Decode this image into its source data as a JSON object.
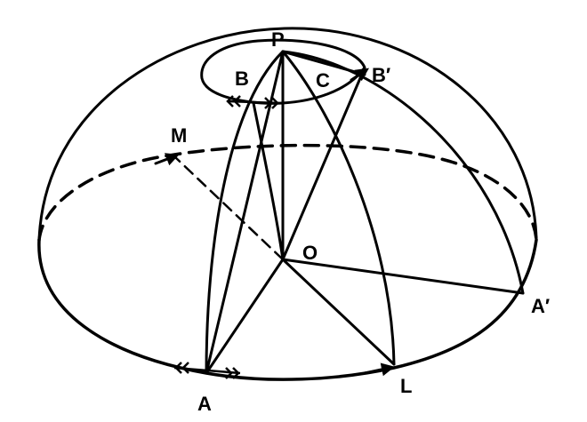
{
  "labels": {
    "P": "P",
    "B": "B",
    "C": "C",
    "B_prime": "B′",
    "M": "M",
    "O": "O",
    "A": "A",
    "L": "L",
    "A_prime": "A′"
  },
  "colors": {
    "ink": "#000000",
    "background": "#ffffff"
  }
}
